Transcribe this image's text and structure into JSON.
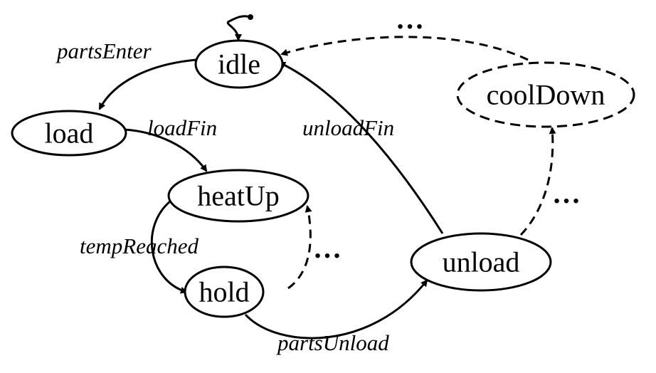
{
  "states": {
    "idle": "idle",
    "coolDown": "coolDown",
    "load": "load",
    "heatUp": "heatUp",
    "hold": "hold",
    "unload": "unload"
  },
  "transitions": {
    "partsEnter": "partsEnter",
    "loadFin": "loadFin",
    "unloadFin": "unloadFin",
    "tempReached": "tempReached",
    "partsUnload": "partsUnload"
  },
  "ellipsis": "…"
}
